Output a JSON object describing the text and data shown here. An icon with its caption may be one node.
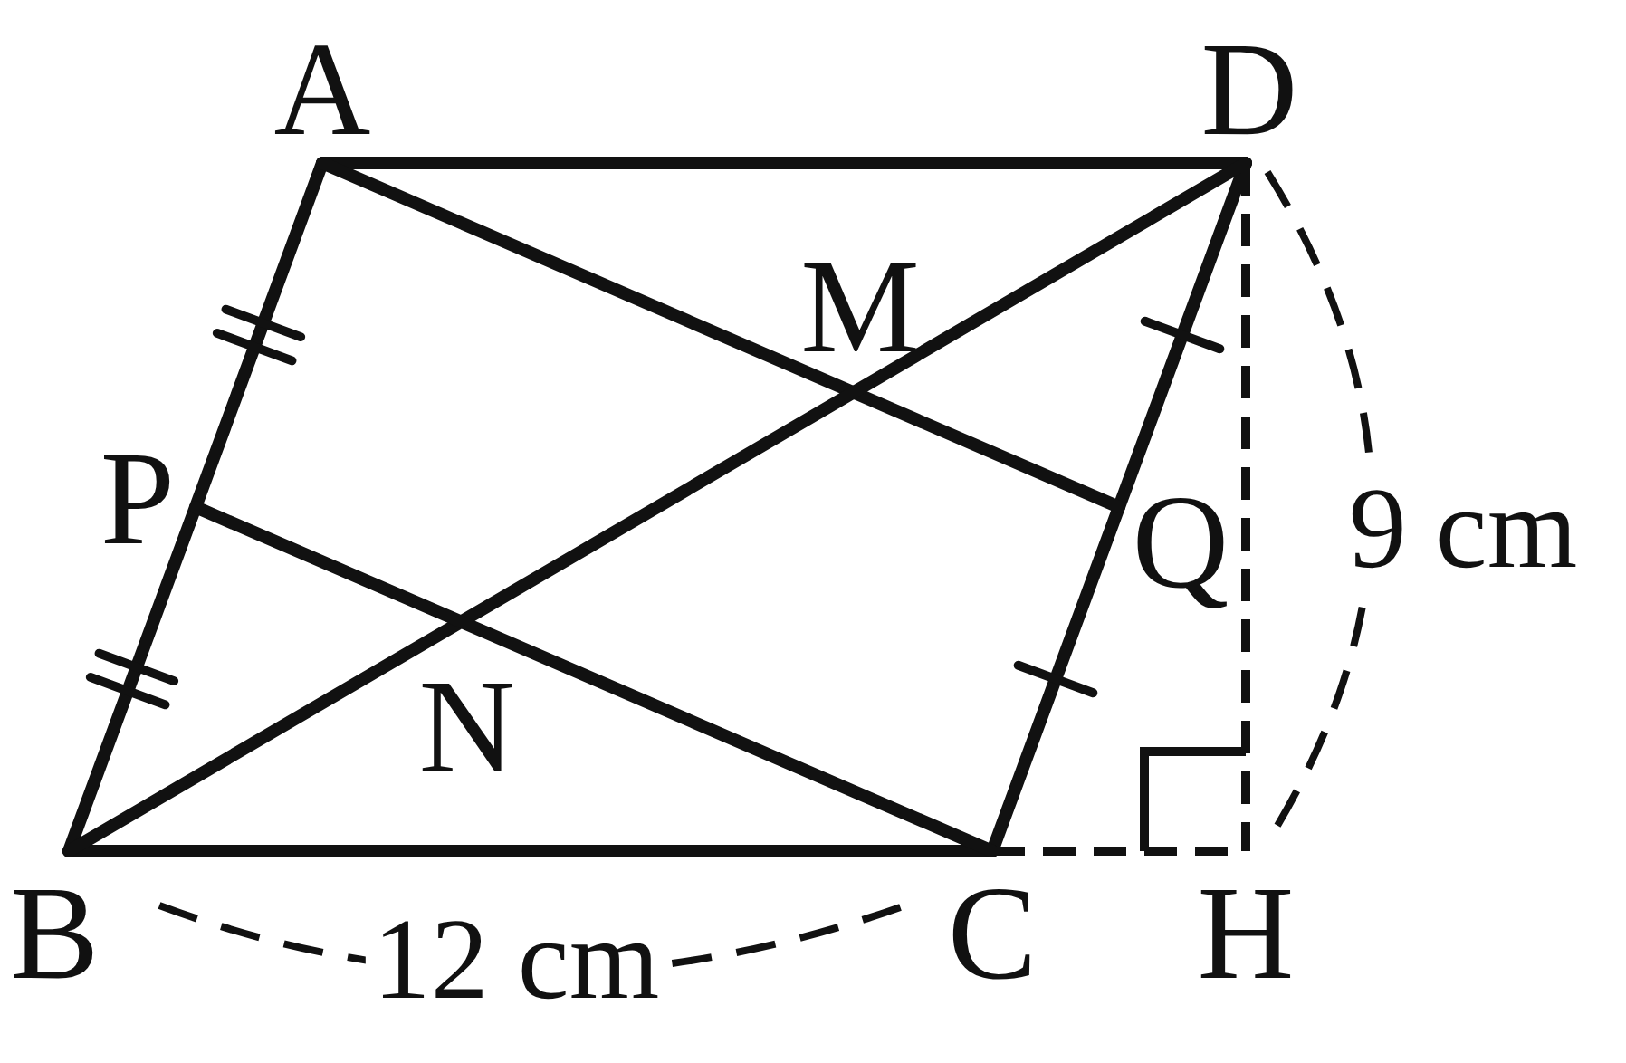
{
  "diagram": {
    "labels": [
      "A",
      "D",
      "M",
      "P",
      "Q",
      "9 cm",
      "N",
      "B",
      "12 cm",
      "C",
      "H"
    ]
  }
}
